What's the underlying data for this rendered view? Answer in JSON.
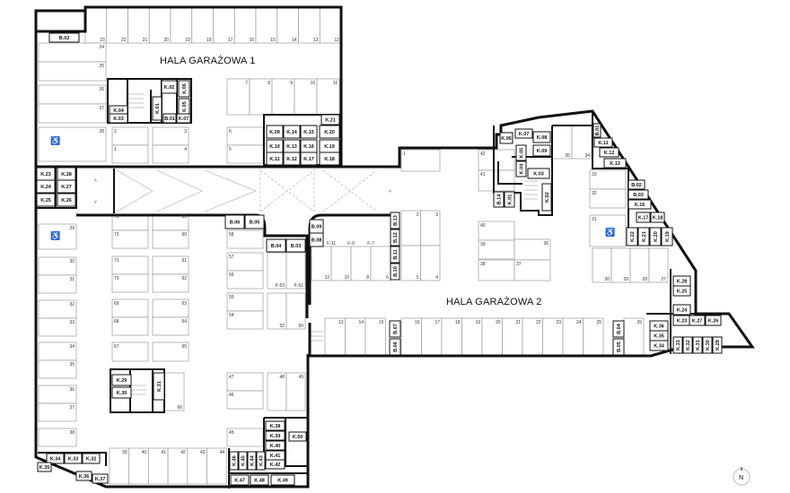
{
  "hall1": {
    "title": "HALA GARAŻOWA 1",
    "stall_rows": {
      "top": [
        "23",
        "22",
        "21",
        "20",
        "19",
        "18",
        "17",
        "16",
        "15",
        "14",
        "13",
        "12"
      ],
      "left_a": [
        "24",
        "25"
      ],
      "left_b": [
        "26",
        "27"
      ],
      "left_c": [
        "28"
      ],
      "mid_a": [
        "7",
        "8",
        "9",
        "10",
        "11"
      ],
      "c1": [
        "2",
        "1"
      ],
      "c2": [
        "3",
        "4"
      ],
      "c3": [
        "6",
        "5"
      ],
      "l1": [
        "29"
      ],
      "l2": [
        "30",
        "31"
      ],
      "l3": [
        "32",
        "33"
      ],
      "l4": [
        "34",
        "35"
      ],
      "l5": [
        "36",
        "37"
      ],
      "l6": [
        "38"
      ],
      "m1": [
        "73",
        "72"
      ],
      "m2": [
        "71",
        "70"
      ],
      "m3": [
        "69",
        "68"
      ],
      "m4": [
        "67"
      ],
      "n1": [
        "59",
        "60"
      ],
      "n2": [
        "61",
        "62"
      ],
      "n3": [
        "63",
        "64"
      ],
      "n4": [
        "65"
      ],
      "s66": [
        "66"
      ],
      "r1": [
        "58"
      ],
      "r2": [
        "57",
        "56"
      ],
      "r3": [
        "55",
        "54"
      ],
      "r4": [
        "47",
        "46"
      ],
      "r5": [
        "45"
      ],
      "f1": [
        "F-53",
        "F-51"
      ],
      "f2": [
        "52",
        "50"
      ],
      "f3": [
        "48",
        "49"
      ],
      "bottom": [
        "39",
        "40",
        "41",
        "42",
        "43",
        "44"
      ]
    },
    "units": [
      "B.02",
      "K.02",
      "K.06",
      "K.05",
      "K.04",
      "K.03",
      "K.01",
      "B.01",
      "K.07",
      "K.09",
      "K.14",
      "K.15",
      "K.20",
      "K.21",
      "K.10",
      "K.13",
      "K.16",
      "K.19",
      "K.11",
      "K.12",
      "K.17",
      "K.18",
      "K.23",
      "K.24",
      "K.25",
      "K.28",
      "K.27",
      "K.26",
      "B.06",
      "B.05",
      "B.04",
      "B.03",
      "K.29",
      "K.30",
      "K.31",
      "K.38",
      "K.39",
      "K.40",
      "K.41",
      "K.42",
      "K.50",
      "K.46",
      "K.45",
      "K.44",
      "K.43",
      "K.47",
      "K.48",
      "K.49",
      "K.34",
      "K.33",
      "K.32",
      "K.35",
      "K.36",
      "K.37"
    ]
  },
  "hall2": {
    "title": "HALA GARAŻOWA 2",
    "stall_rows": {
      "s1": [
        "1"
      ],
      "a": [
        "42",
        "41"
      ],
      "b_top": [
        "2",
        "3"
      ],
      "b_bot": [
        "5",
        "4"
      ],
      "c": [
        "40",
        "39"
      ],
      "d": [
        "36"
      ],
      "e": [
        "38",
        "37"
      ],
      "f": [
        "12",
        "10",
        "8",
        "6"
      ],
      "f_labels": [
        "F-11",
        "F-9",
        "F-7"
      ],
      "g": [
        "35",
        "34"
      ],
      "h": [
        "33",
        "32"
      ],
      "i": [
        "31"
      ],
      "j": [
        "30",
        "29",
        "28",
        "27"
      ],
      "k1": [
        "13",
        "14",
        "15"
      ],
      "k2": [
        "16",
        "17",
        "18",
        "19",
        "20",
        "21",
        "22",
        "23",
        "24",
        "25"
      ],
      "k3": [
        "26"
      ]
    },
    "units": [
      "B.09",
      "B.08",
      "B.13",
      "B.12",
      "B.11",
      "B.10",
      "B.07",
      "B.06",
      "B.04",
      "B.05",
      "K.06",
      "K.07",
      "K.08",
      "K.05",
      "K.09",
      "K.04",
      "K.03",
      "K.02",
      "K.01",
      "B.14",
      "B.01",
      "K.11",
      "K.12",
      "K.13",
      "B.02",
      "B.03",
      "K.16",
      "K.17",
      "K.18",
      "K.22",
      "K.21",
      "K.20",
      "K.19",
      "K.28",
      "K.25",
      "K.24",
      "K.23",
      "K.27",
      "K.26",
      "K.36",
      "K.35",
      "K.34",
      "K.33",
      "K.32",
      "K.31",
      "K.30",
      "K.29"
    ]
  },
  "compass": {
    "label": "N"
  },
  "icons": {
    "accessible": "wheelchair-icon"
  }
}
